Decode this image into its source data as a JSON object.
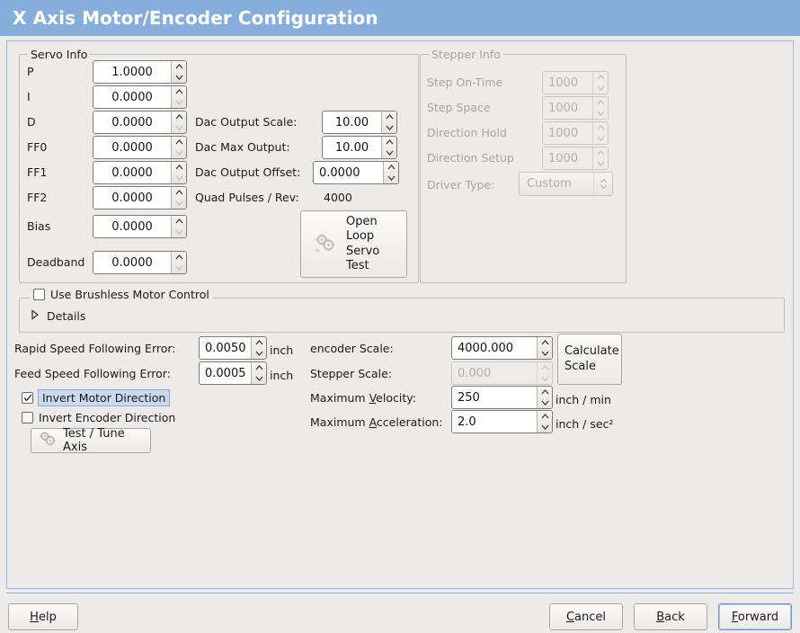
{
  "window": {
    "title": "X Axis Motor/Encoder Configuration",
    "title_bar_color": "#85aedd",
    "background_color": "#edebe9",
    "accent_color": "#6a9ad6"
  },
  "servo_info": {
    "title": "Servo Info",
    "fields": [
      {
        "label": "P",
        "value": "1.0000",
        "down_enabled": true
      },
      {
        "label": "I",
        "value": "0.0000",
        "down_enabled": false
      },
      {
        "label": "D",
        "value": "0.0000",
        "down_enabled": false
      },
      {
        "label": "FF0",
        "value": "0.0000",
        "down_enabled": false
      },
      {
        "label": "FF1",
        "value": "0.0000",
        "down_enabled": false
      },
      {
        "label": "FF2",
        "value": "0.0000",
        "down_enabled": false
      },
      {
        "label": "Bias",
        "value": "0.0000",
        "down_enabled": false
      },
      {
        "label": "Deadband",
        "value": "0.0000",
        "down_enabled": false
      }
    ],
    "dac": [
      {
        "label": "Dac Output Scale:",
        "value": "10.00"
      },
      {
        "label": "Dac Max Output:",
        "value": "10.00"
      },
      {
        "label": "Dac Output Offset:",
        "value": "0.0000"
      }
    ],
    "quad_pulses_label": "Quad Pulses / Rev:",
    "quad_pulses_value": "4000",
    "open_loop_button": {
      "line1": "Open",
      "line2": "Loop",
      "line3": "Servo",
      "line4": "Test",
      "icon": "gears-icon"
    }
  },
  "stepper_info": {
    "title": "Stepper Info",
    "disabled": true,
    "fields": [
      {
        "label": "Step On-Time",
        "value": "1000"
      },
      {
        "label": "Step Space",
        "value": "1000"
      },
      {
        "label": "Direction Hold",
        "value": "1000"
      },
      {
        "label": "Direction Setup",
        "value": "1000"
      }
    ],
    "driver_type_label": "Driver Type:",
    "driver_type_value": "Custom"
  },
  "brushless": {
    "checkbox_label": "Use Brushless Motor Control",
    "checked": false,
    "details_label": "Details",
    "details_expanded": false
  },
  "tuning": {
    "rapid_following_error": {
      "label": "Rapid Speed Following Error:",
      "value": "0.0050",
      "unit": "inch"
    },
    "feed_following_error": {
      "label": "Feed Speed Following Error:",
      "value": "0.0005",
      "unit": "inch"
    },
    "invert_motor": {
      "label": "Invert Motor Direction",
      "checked": true,
      "focused": true
    },
    "invert_encoder": {
      "label": "Invert Encoder Direction",
      "checked": false,
      "focused": false
    },
    "test_tune_button": {
      "label": "Test / Tune Axis",
      "icon": "gears-icon"
    }
  },
  "scales": {
    "encoder_scale": {
      "label": "encoder Scale:",
      "value": "4000.000",
      "unit": "",
      "disabled": false
    },
    "stepper_scale": {
      "label": "Stepper Scale:",
      "value": "0.000",
      "unit": "",
      "disabled": true
    },
    "max_velocity": {
      "label_pre": "Maximum ",
      "mnemonic": "V",
      "label_post": "elocity:",
      "value": "250",
      "unit": "inch / min"
    },
    "max_acceleration": {
      "label_pre": "Maximum ",
      "mnemonic": "A",
      "label_post": "cceleration:",
      "value": "2.0",
      "unit": "inch / sec²"
    },
    "calculate_button": {
      "line1": "Calculate",
      "line2": "Scale"
    }
  },
  "actions": {
    "help": {
      "pre": "",
      "mnemonic": "H",
      "post": "elp"
    },
    "cancel": {
      "pre": "",
      "mnemonic": "C",
      "post": "ancel"
    },
    "back": {
      "pre": "",
      "mnemonic": "B",
      "post": "ack"
    },
    "forward": {
      "pre": "",
      "mnemonic": "F",
      "post": "orward",
      "focused": true
    }
  }
}
